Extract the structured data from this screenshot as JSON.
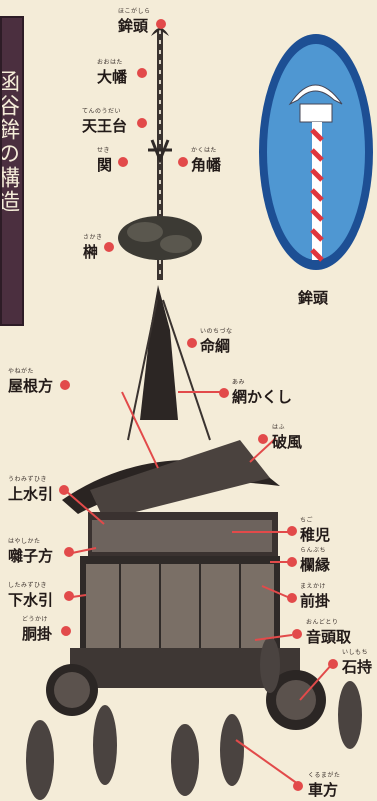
{
  "title": "函谷鉾の構造",
  "inset_caption": "鉾頭",
  "labels": [
    {
      "id": "hokogashira",
      "text": "鉾頭",
      "ruby": "ほこがしら"
    },
    {
      "id": "oohata",
      "text": "大幡",
      "ruby": "おおはた"
    },
    {
      "id": "tennoudai",
      "text": "天王台",
      "ruby": "てんのうだい"
    },
    {
      "id": "seki",
      "text": "関",
      "ruby": "せき"
    },
    {
      "id": "kakuhata",
      "text": "角幡",
      "ruby": "かくはた"
    },
    {
      "id": "sakaki",
      "text": "榊",
      "ruby": "さかき"
    },
    {
      "id": "inochizuna",
      "text": "命綱",
      "ruby": "いのちづな"
    },
    {
      "id": "yanegata",
      "text": "屋根方",
      "ruby": "やねがた"
    },
    {
      "id": "amikakushi",
      "text": "網かくし",
      "ruby": "あみ"
    },
    {
      "id": "hafu",
      "text": "破風",
      "ruby": "はふ"
    },
    {
      "id": "uwamizuhiki",
      "text": "上水引",
      "ruby": "うわみずひき"
    },
    {
      "id": "chigo",
      "text": "稚児",
      "ruby": "ちご"
    },
    {
      "id": "hayashikata",
      "text": "囃子方",
      "ruby": "はやしかた"
    },
    {
      "id": "ranbuchi",
      "text": "欄縁",
      "ruby": "らんぶち"
    },
    {
      "id": "shitamizuhiki",
      "text": "下水引",
      "ruby": "したみずひき"
    },
    {
      "id": "maekake",
      "text": "前掛",
      "ruby": "まえかけ"
    },
    {
      "id": "doukake",
      "text": "胴掛",
      "ruby": "どうかけ"
    },
    {
      "id": "ondotori",
      "text": "音頭取",
      "ruby": "おんどとり"
    },
    {
      "id": "ishimochi",
      "text": "石持",
      "ruby": "いしもち"
    },
    {
      "id": "kurumagata",
      "text": "車方",
      "ruby": "くるまがた"
    }
  ],
  "colors": {
    "accent": "#e24a4a",
    "title_bg": "#4b2f3f",
    "background": "#f4ecd8",
    "inset_blue": "#1d4f94"
  }
}
